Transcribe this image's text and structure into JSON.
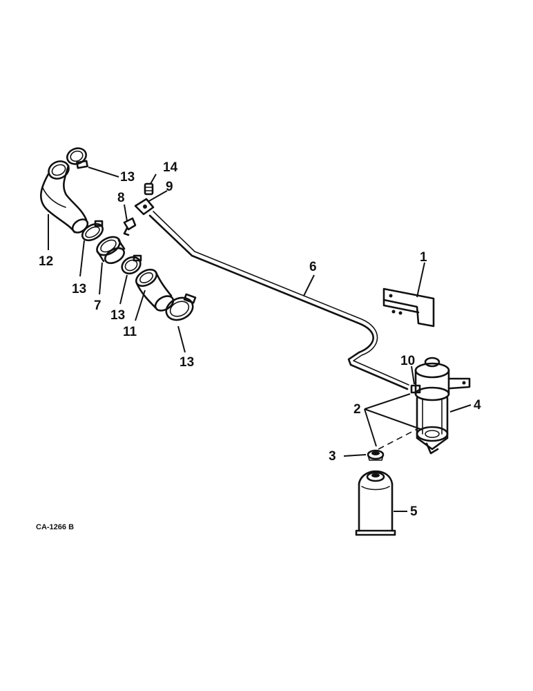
{
  "diagram": {
    "drawing_code": "CA-1266 B",
    "callouts": {
      "c1": "1",
      "c2": "2",
      "c3": "3",
      "c4": "4",
      "c5": "5",
      "c6": "6",
      "c7": "7",
      "c8": "8",
      "c9": "9",
      "c10": "10",
      "c11": "11",
      "c12": "12",
      "c13a": "13",
      "c13b": "13",
      "c13c": "13",
      "c13d": "13",
      "c14": "14"
    }
  }
}
